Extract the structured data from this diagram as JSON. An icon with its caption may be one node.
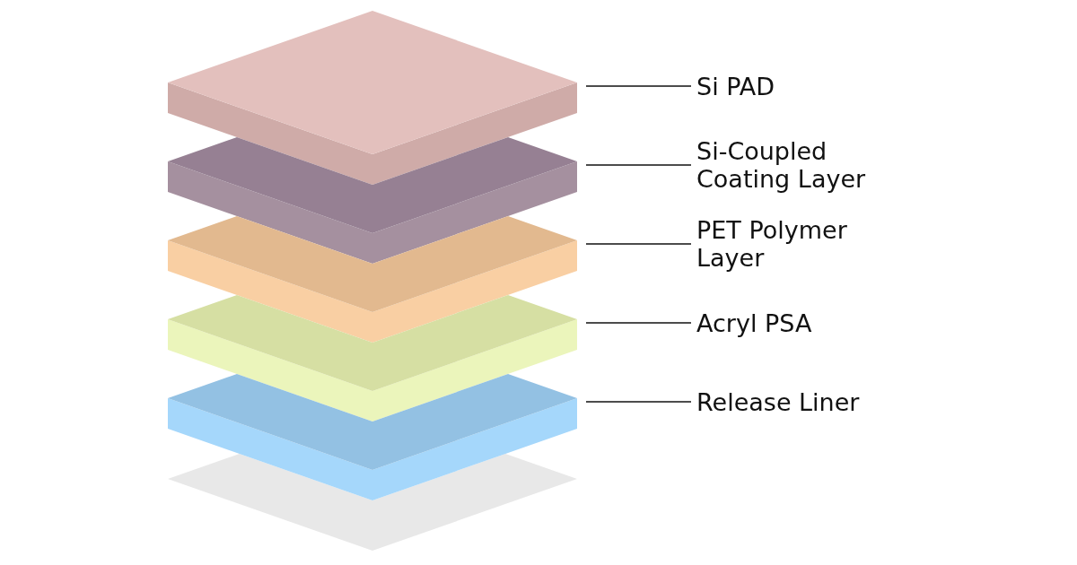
{
  "diagram": {
    "nodes": [
      {
        "text": [
          "Si PAD"
        ]
      },
      {
        "text": [
          "Si-Coupled Coating Layer"
        ]
      },
      {
        "text": [
          "PET Polymer Layer"
        ]
      },
      {
        "text": [
          "Acryl PSA"
        ]
      },
      {
        "text": [
          "Release Liner"
        ]
      },
      {
        "text": [],
        "shape": "box"
      },
      {
        "text": [],
        "shape": "box"
      },
      {
        "text": [],
        "shape": "box"
      },
      {
        "text": [],
        "shape": "box"
      },
      {
        "text": [],
        "shape": "box"
      }
    ],
    "edges": [
      {
        "from": 0,
        "to": 5,
        "arrow": "none"
      },
      {
        "from": 1,
        "to": 6,
        "arrow": "none"
      },
      {
        "from": 2,
        "to": 7,
        "arrow": "none"
      },
      {
        "from": 3,
        "to": 8,
        "arrow": "none"
      },
      {
        "from": 4,
        "to": 9,
        "arrow": "none"
      }
    ]
  }
}
